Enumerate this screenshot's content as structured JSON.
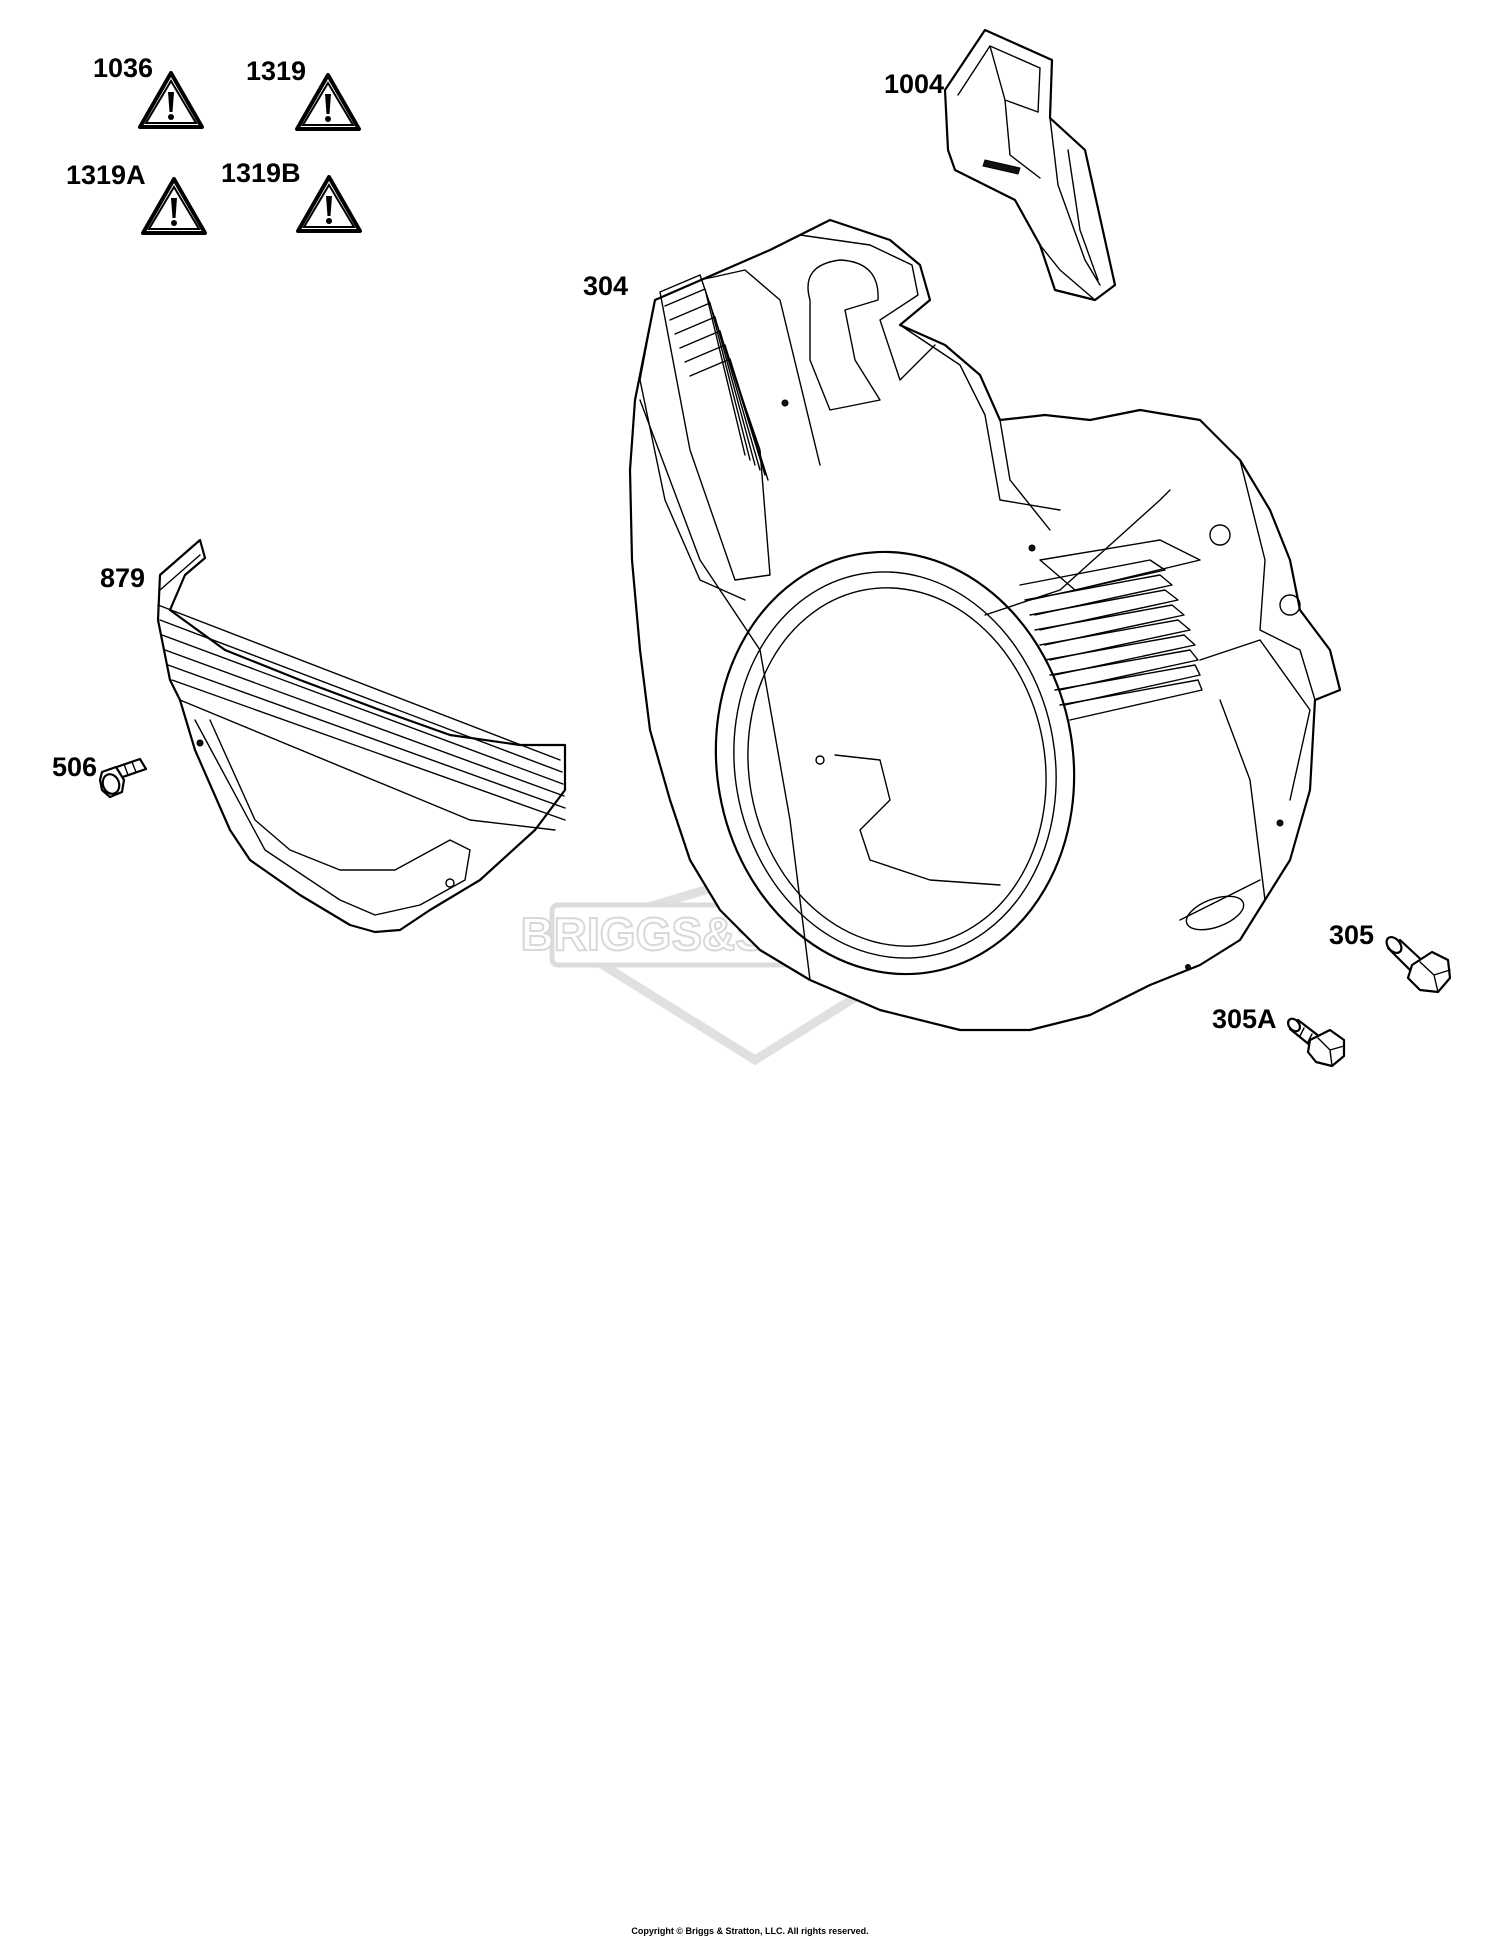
{
  "callouts": {
    "w1036": "1036",
    "w1319": "1319",
    "w1319a": "1319A",
    "w1319b": "1319B",
    "p1004": "1004",
    "p304": "304",
    "p879": "879",
    "p506": "506",
    "p305": "305",
    "p305a": "305A"
  },
  "watermark": "BRIGGS&STRATTON",
  "copyright": "Copyright © Briggs & Stratton, LLC. All rights reserved.",
  "colors": {
    "line": "#000000",
    "watermark": "#d8d8d8",
    "background": "#ffffff"
  },
  "icons": {
    "warning": "warning-triangle-icon"
  }
}
